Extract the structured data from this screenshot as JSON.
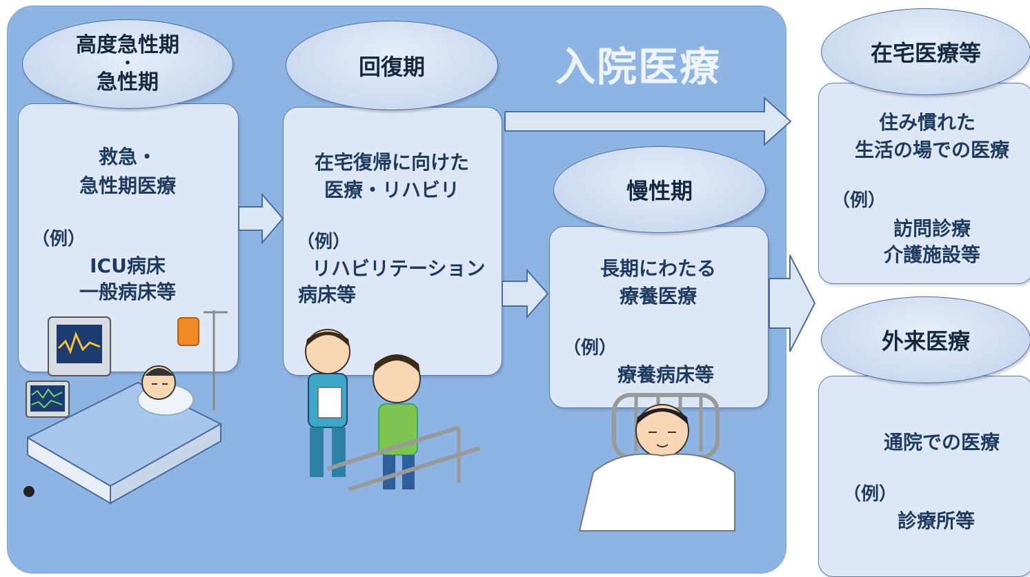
{
  "panel": {
    "title": "入院医療"
  },
  "acute": {
    "phase_line1": "高度急性期",
    "phase_sep": "・",
    "phase_line2": "急性期",
    "desc_line1": "救急・",
    "desc_line2": "急性期医療",
    "example_label": "（例）",
    "example_line1": "ICU病床",
    "example_line2": "一般病床等"
  },
  "recovery": {
    "phase": "回復期",
    "desc_line1": "在宅復帰に向けた",
    "desc_line2": "医療・リハビリ",
    "example_label": "（例）",
    "example_line1": "リハビリテーション",
    "example_line2": "病床等"
  },
  "chronic": {
    "phase": "慢性期",
    "desc_line1": "長期にわたる",
    "desc_line2": "療養医療",
    "example_label": "（例）",
    "example_line1": "療養病床等"
  },
  "home": {
    "phase": "在宅医療等",
    "desc_line1": "住み慣れた",
    "desc_line2": "生活の場での医療",
    "example_label": "（例）",
    "example_line1": "訪問診療",
    "example_line2": "介護施設等"
  },
  "outpatient": {
    "phase": "外来医療",
    "desc_line1": "通院での医療",
    "example_label": "（例）",
    "example_line1": "診療所等"
  },
  "colors": {
    "panel": "#8eb4e3",
    "box": "#dde7f5",
    "arrow": "#dbe6f4",
    "text": "#1f3a5f"
  }
}
